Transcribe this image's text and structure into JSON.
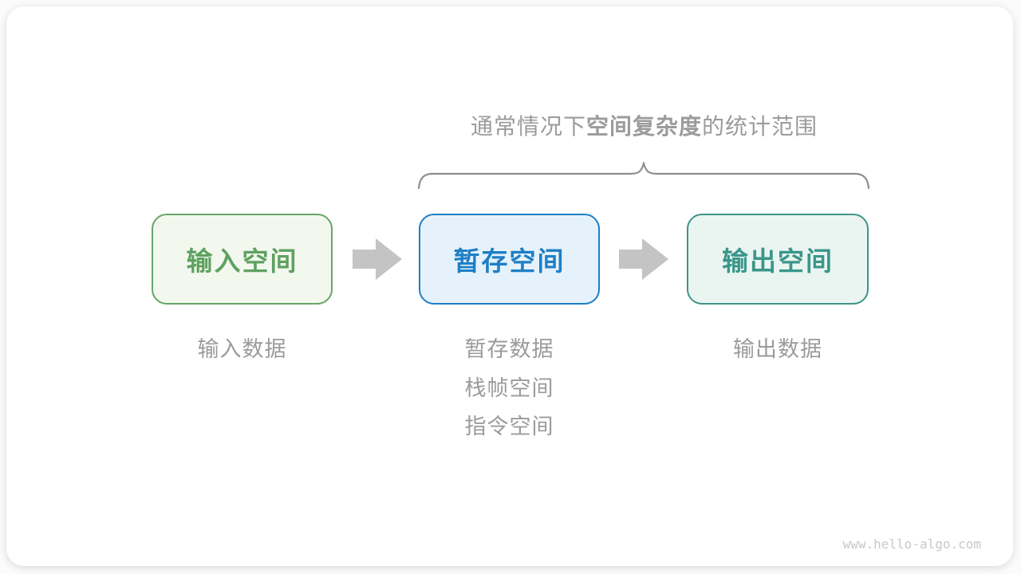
{
  "title": {
    "prefix": "通常情况下",
    "bold": "空间复杂度",
    "suffix": "的统计范围"
  },
  "boxes": [
    {
      "id": "input-space",
      "label": "输入空间",
      "border_color": "#68a668",
      "fill_color": "#f3f8ef",
      "text_color": "#5ea160"
    },
    {
      "id": "temporary-space",
      "label": "暂存空间",
      "border_color": "#1e7fc6",
      "fill_color": "#e6f2fb",
      "text_color": "#1e7fc6"
    },
    {
      "id": "output-space",
      "label": "输出空间",
      "border_color": "#3e948a",
      "fill_color": "#eaf5f1",
      "text_color": "#3a968a"
    }
  ],
  "captions": [
    {
      "lines": [
        "输入数据"
      ]
    },
    {
      "lines": [
        "暂存数据",
        "栈帧空间",
        "指令空间"
      ]
    },
    {
      "lines": [
        "输出数据"
      ]
    }
  ],
  "watermark": "www.hello-algo.com",
  "colors": {
    "gray": "#9b9b9b",
    "line": "#8e8e8e",
    "arrow": "#c4c4c4",
    "watermark": "#c8c8c8"
  }
}
